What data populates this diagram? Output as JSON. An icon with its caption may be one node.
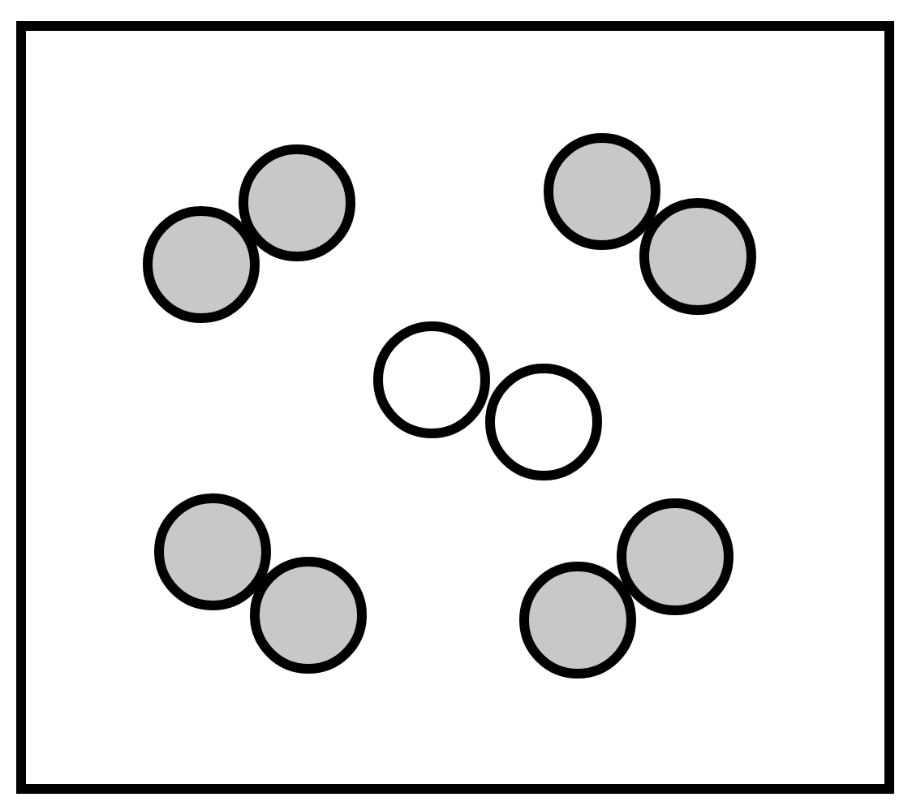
{
  "diagram": {
    "nodes": [
      {
        "text": [],
        "shape": "box"
      },
      {
        "text": [],
        "shape": "circle",
        "in": 0
      },
      {
        "text": [],
        "shape": "circle",
        "in": 0
      },
      {
        "text": [],
        "shape": "circle",
        "in": 0
      },
      {
        "text": [],
        "shape": "circle",
        "in": 0
      },
      {
        "text": [],
        "shape": "circle",
        "in": 0
      },
      {
        "text": [],
        "shape": "circle",
        "in": 0
      },
      {
        "text": [],
        "shape": "circle",
        "in": 0
      },
      {
        "text": [],
        "shape": "circle",
        "in": 0
      },
      {
        "text": [],
        "shape": "circle",
        "in": 0
      },
      {
        "text": [],
        "shape": "circle",
        "in": 0
      }
    ]
  }
}
